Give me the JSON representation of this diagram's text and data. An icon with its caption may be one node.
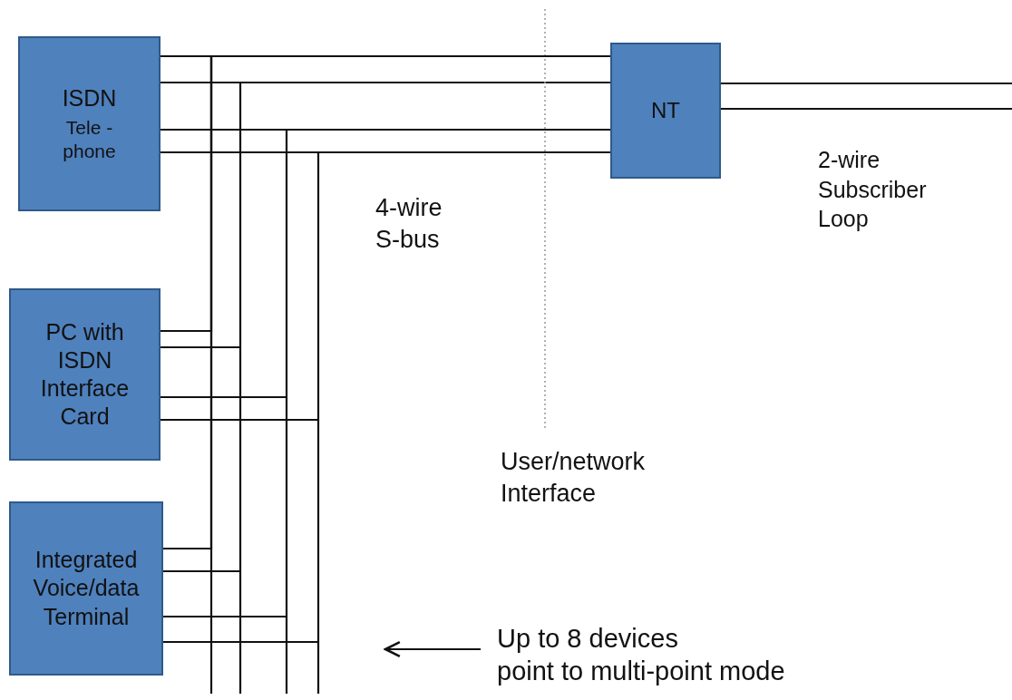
{
  "diagram": {
    "nodes": [
      {
        "text": [
          "ISDN",
          "Tele - phone"
        ]
      },
      {
        "text": [
          "PC with ISDN Interface Card"
        ]
      },
      {
        "text": [
          "Integrated Voice/data Terminal"
        ]
      },
      {
        "text": [
          "NT"
        ]
      },
      {
        "text": [
          "Up to 8 devices",
          "point to multi-point mode"
        ]
      }
    ],
    "edges": [
      {
        "from": 0,
        "to": 3,
        "arrow": "none"
      },
      {
        "from": 1,
        "to": 3,
        "arrow": "none"
      },
      {
        "from": 2,
        "to": 3,
        "arrow": "none"
      },
      {
        "from": 3,
        "to": null,
        "arrow": "none"
      },
      {
        "from": 4,
        "to": null,
        "arrow": "to"
      }
    ],
    "labels": [
      "4-wire S-bus",
      "2-wire Subscriber Loop",
      "User/network Interface"
    ]
  }
}
